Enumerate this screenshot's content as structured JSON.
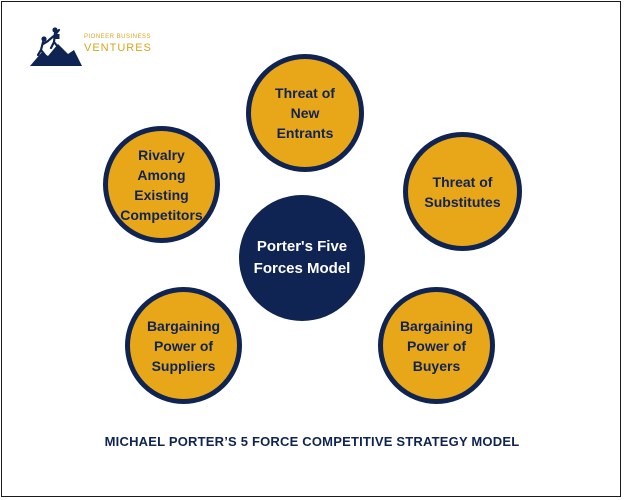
{
  "logo": {
    "small_text": "PIONEER BUSINESS",
    "big_text": "VENTURES",
    "icon": "mountain-climbers-icon"
  },
  "center": {
    "label": "Porter's Five\nForces Model"
  },
  "forces": {
    "new_entrants": "Threat of\nNew\nEntrants",
    "substitutes": "Threat of\nSubstitutes",
    "rivalry": "Rivalry\nAmong\nExisting\nCompetitors",
    "suppliers": "Bargaining\nPower of\nSuppliers",
    "buyers": "Bargaining\nPower of\nBuyers"
  },
  "caption": "MICHAEL PORTER’S 5 FORCE COMPETITIVE STRATEGY MODEL",
  "colors": {
    "navy": "#0f2452",
    "gold": "#e8a619",
    "logo_gold": "#d9a520"
  }
}
